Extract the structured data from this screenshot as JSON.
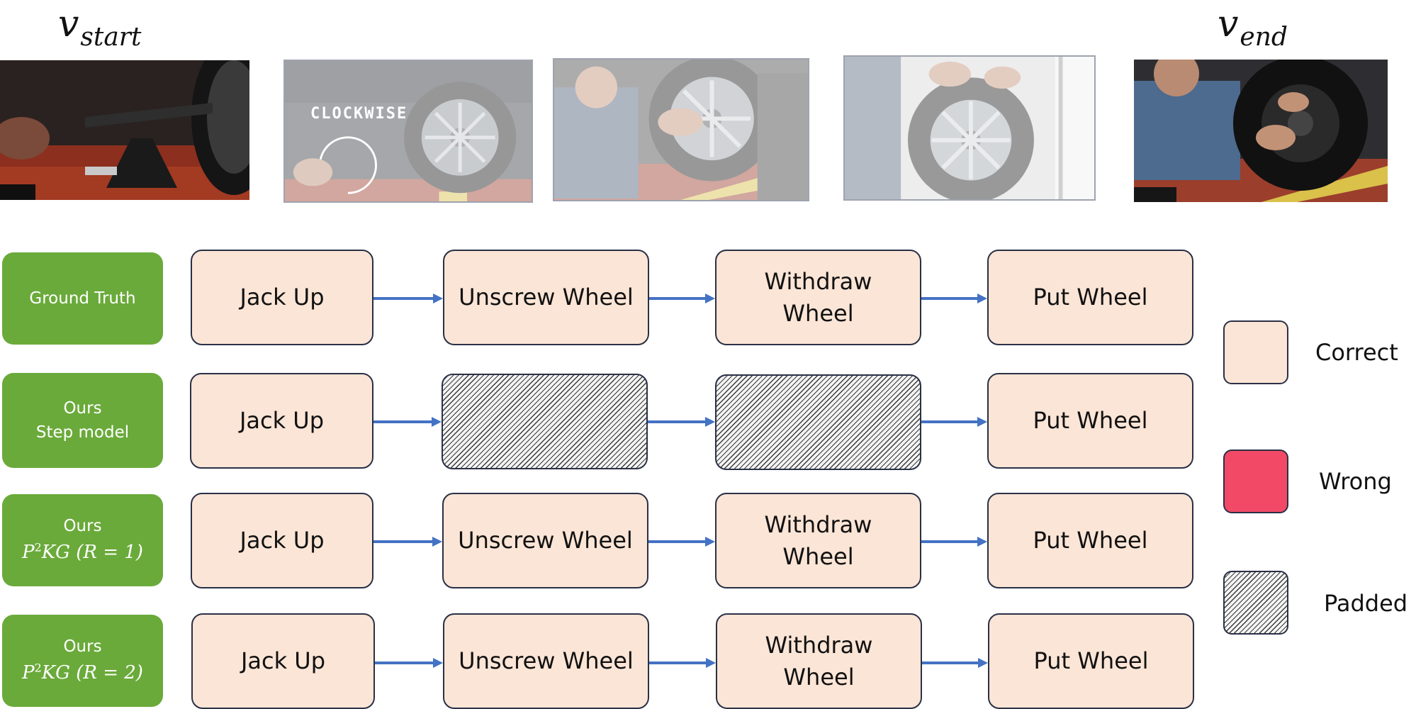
{
  "header": {
    "start_label": {
      "base": "v",
      "sub": "start"
    },
    "end_label": {
      "base": "v",
      "sub": "end"
    },
    "frame_2_caption": "CLOCKWISE"
  },
  "rows": [
    {
      "label_lines": [
        "Ground Truth"
      ],
      "label_math": null,
      "steps": [
        {
          "text": "Jack Up",
          "status": "correct"
        },
        {
          "text": "Unscrew Wheel",
          "status": "correct"
        },
        {
          "text": "Withdraw Wheel",
          "status": "correct"
        },
        {
          "text": "Put Wheel",
          "status": "correct"
        }
      ]
    },
    {
      "label_lines": [
        "Ours",
        "Step model"
      ],
      "label_math": null,
      "steps": [
        {
          "text": "Jack Up",
          "status": "correct"
        },
        {
          "text": "",
          "status": "padded"
        },
        {
          "text": "",
          "status": "padded"
        },
        {
          "text": "Put Wheel",
          "status": "correct"
        }
      ]
    },
    {
      "label_lines": [
        "Ours"
      ],
      "label_math": {
        "base": "P",
        "sup": "2",
        "rest": "KG (R = 1)"
      },
      "steps": [
        {
          "text": "Jack Up",
          "status": "correct"
        },
        {
          "text": "Unscrew Wheel",
          "status": "correct"
        },
        {
          "text": "Withdraw Wheel",
          "status": "correct"
        },
        {
          "text": "Put Wheel",
          "status": "correct"
        }
      ]
    },
    {
      "label_lines": [
        "Ours"
      ],
      "label_math": {
        "base": "P",
        "sup": "2",
        "rest": "KG (R = 2)"
      },
      "steps": [
        {
          "text": "Jack Up",
          "status": "correct"
        },
        {
          "text": "Unscrew Wheel",
          "status": "correct"
        },
        {
          "text": "Withdraw Wheel",
          "status": "correct"
        },
        {
          "text": "Put Wheel",
          "status": "correct"
        }
      ]
    }
  ],
  "legend": [
    {
      "label": "Correct",
      "status": "correct"
    },
    {
      "label": "Wrong",
      "status": "wrong"
    },
    {
      "label": "Padded",
      "status": "padded"
    }
  ],
  "colors": {
    "correct": "#fbe5d6",
    "wrong": "#f24a66",
    "label_bg": "#6aaa3a",
    "arrow": "#4472c4",
    "border": "#2a3046"
  }
}
